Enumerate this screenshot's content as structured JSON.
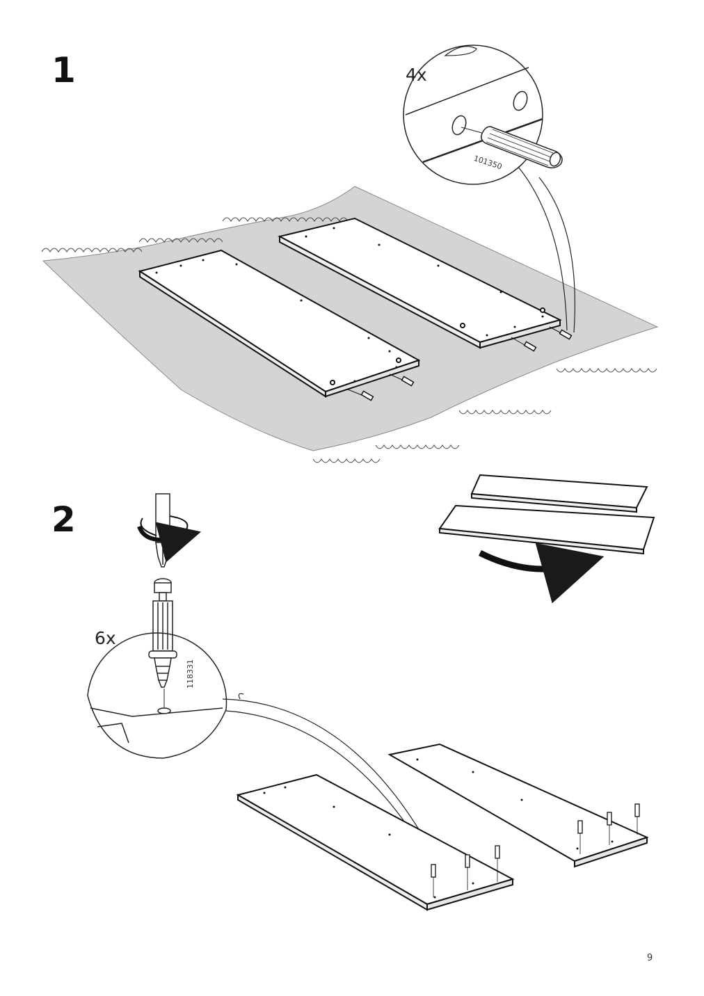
{
  "steps": [
    {
      "number": "1",
      "callout": {
        "quantity": "4x",
        "part_number": "101350",
        "part": "wooden-dowel"
      }
    },
    {
      "number": "2",
      "callout": {
        "quantity": "6x",
        "part_number": "118331",
        "part": "cam-lock-screw"
      }
    }
  ],
  "page_number": "9",
  "colors": {
    "ink": "#1a1a1a",
    "rug": "#d4d4d4",
    "panel": "#ffffff"
  }
}
